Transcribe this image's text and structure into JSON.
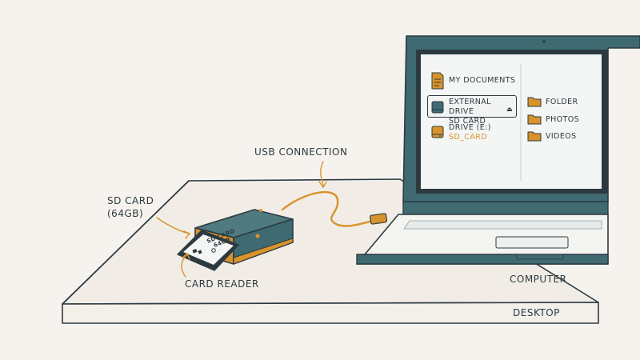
{
  "labels": {
    "sd_card": "SD CARD",
    "sd_capacity": "(64GB)",
    "usb_connection": "USB CONNECTION",
    "card_reader": "CARD READER",
    "computer": "COMPUTER",
    "desktop": "DESKTOP"
  },
  "sd_card_print": {
    "line1": "SD CARD",
    "line2": "64GB"
  },
  "explorer": {
    "sidebar": [
      {
        "label": "MY DOCUMENTS",
        "sub": "",
        "icon": "document-icon"
      },
      {
        "label": "EXTERNAL DRIVE",
        "sub": "SD CARD",
        "icon": "drive-icon",
        "selected": true,
        "eject": "⏏"
      },
      {
        "label": "DRIVE (E:)",
        "sub": "SD_CARD",
        "icon": "drive-icon"
      }
    ],
    "folders": [
      {
        "label": "FOLDER",
        "icon": "folder-icon"
      },
      {
        "label": "PHOTOS",
        "icon": "folder-icon"
      },
      {
        "label": "VIDEOS",
        "icon": "folder-icon"
      }
    ]
  },
  "colors": {
    "background": "#f6f3ee",
    "ink": "#2c3a40",
    "teal": "#3f6a72",
    "accent": "#d9932c",
    "screen": "#f4f6f5"
  }
}
